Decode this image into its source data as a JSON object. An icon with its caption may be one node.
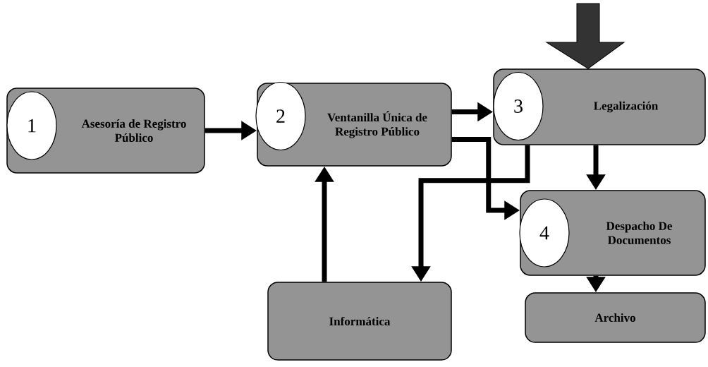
{
  "diagram": {
    "nodes": [
      {
        "text": [
          "Asesoría de Registro Público"
        ]
      },
      {
        "text": [
          "1"
        ],
        "in": 0
      },
      {
        "text": [
          "Ventanilla Única de Registro Público"
        ]
      },
      {
        "text": [
          "2"
        ],
        "in": 2
      },
      {
        "text": [
          "Legalización"
        ]
      },
      {
        "text": [
          "3"
        ],
        "in": 4
      },
      {
        "text": [
          "Despacho De Documentos"
        ]
      },
      {
        "text": [
          "4"
        ],
        "in": 6
      },
      {
        "text": [
          "Informática"
        ]
      },
      {
        "text": [
          "Archivo"
        ]
      }
    ],
    "edges": [
      {
        "from": 0,
        "to": 2,
        "arrow": "to"
      },
      {
        "from": 2,
        "to": 4,
        "arrow": "to"
      },
      {
        "from": 2,
        "to": 6,
        "arrow": "to"
      },
      {
        "from": 4,
        "to": 8,
        "arrow": "to"
      },
      {
        "from": 4,
        "to": 6,
        "arrow": "to"
      },
      {
        "from": 8,
        "to": 2,
        "arrow": "to"
      },
      {
        "from": 6,
        "to": 9,
        "arrow": "to"
      },
      {
        "from": null,
        "to": 4,
        "arrow": "to",
        "style": "thick"
      }
    ]
  }
}
